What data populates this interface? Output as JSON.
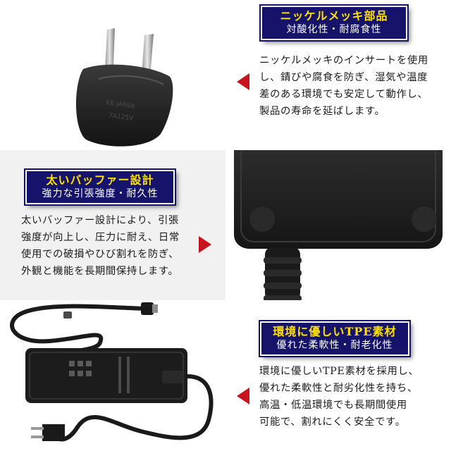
{
  "sections": [
    {
      "title": "ニッケルメッキ部品",
      "subtitle": "対酸化性・耐腐食性",
      "lines": [
        "ニッケルメッキのインサートを使用",
        "し、錆びや腐食を防ぎ、湿気や温度",
        "差のある環境でも安定して動作し、",
        "製品の寿命を延ばします。"
      ]
    },
    {
      "title": "太いバッファー設計",
      "subtitle": "強力な引張強度・耐久性",
      "lines": [
        "太いバッファー設計により、引張",
        "強度が向上し、圧力に耐え、日常",
        "使用での破損やひび割れを防ぎ、",
        "外観と機能を長期間保持します。"
      ]
    },
    {
      "title": "環境に優しいTPE素材",
      "subtitle": "優れた柔軟性・耐老化性",
      "lines": [
        "環境に優しいTPE素材を採用し、",
        "優れた柔軟性と耐劣化性を持ち、",
        "高温・低温環境でも長期間使用",
        "可能で、割れにくく安全です。"
      ]
    }
  ],
  "colors": {
    "title_bg": "#16146a",
    "title_text": "#ffe100",
    "arrow": "#c8121d"
  },
  "icons": {
    "arrow_1": "left-pointer-arrow-icon",
    "arrow_2": "right-pointer-arrow-icon",
    "arrow_3": "left-pointer-arrow-icon"
  }
}
